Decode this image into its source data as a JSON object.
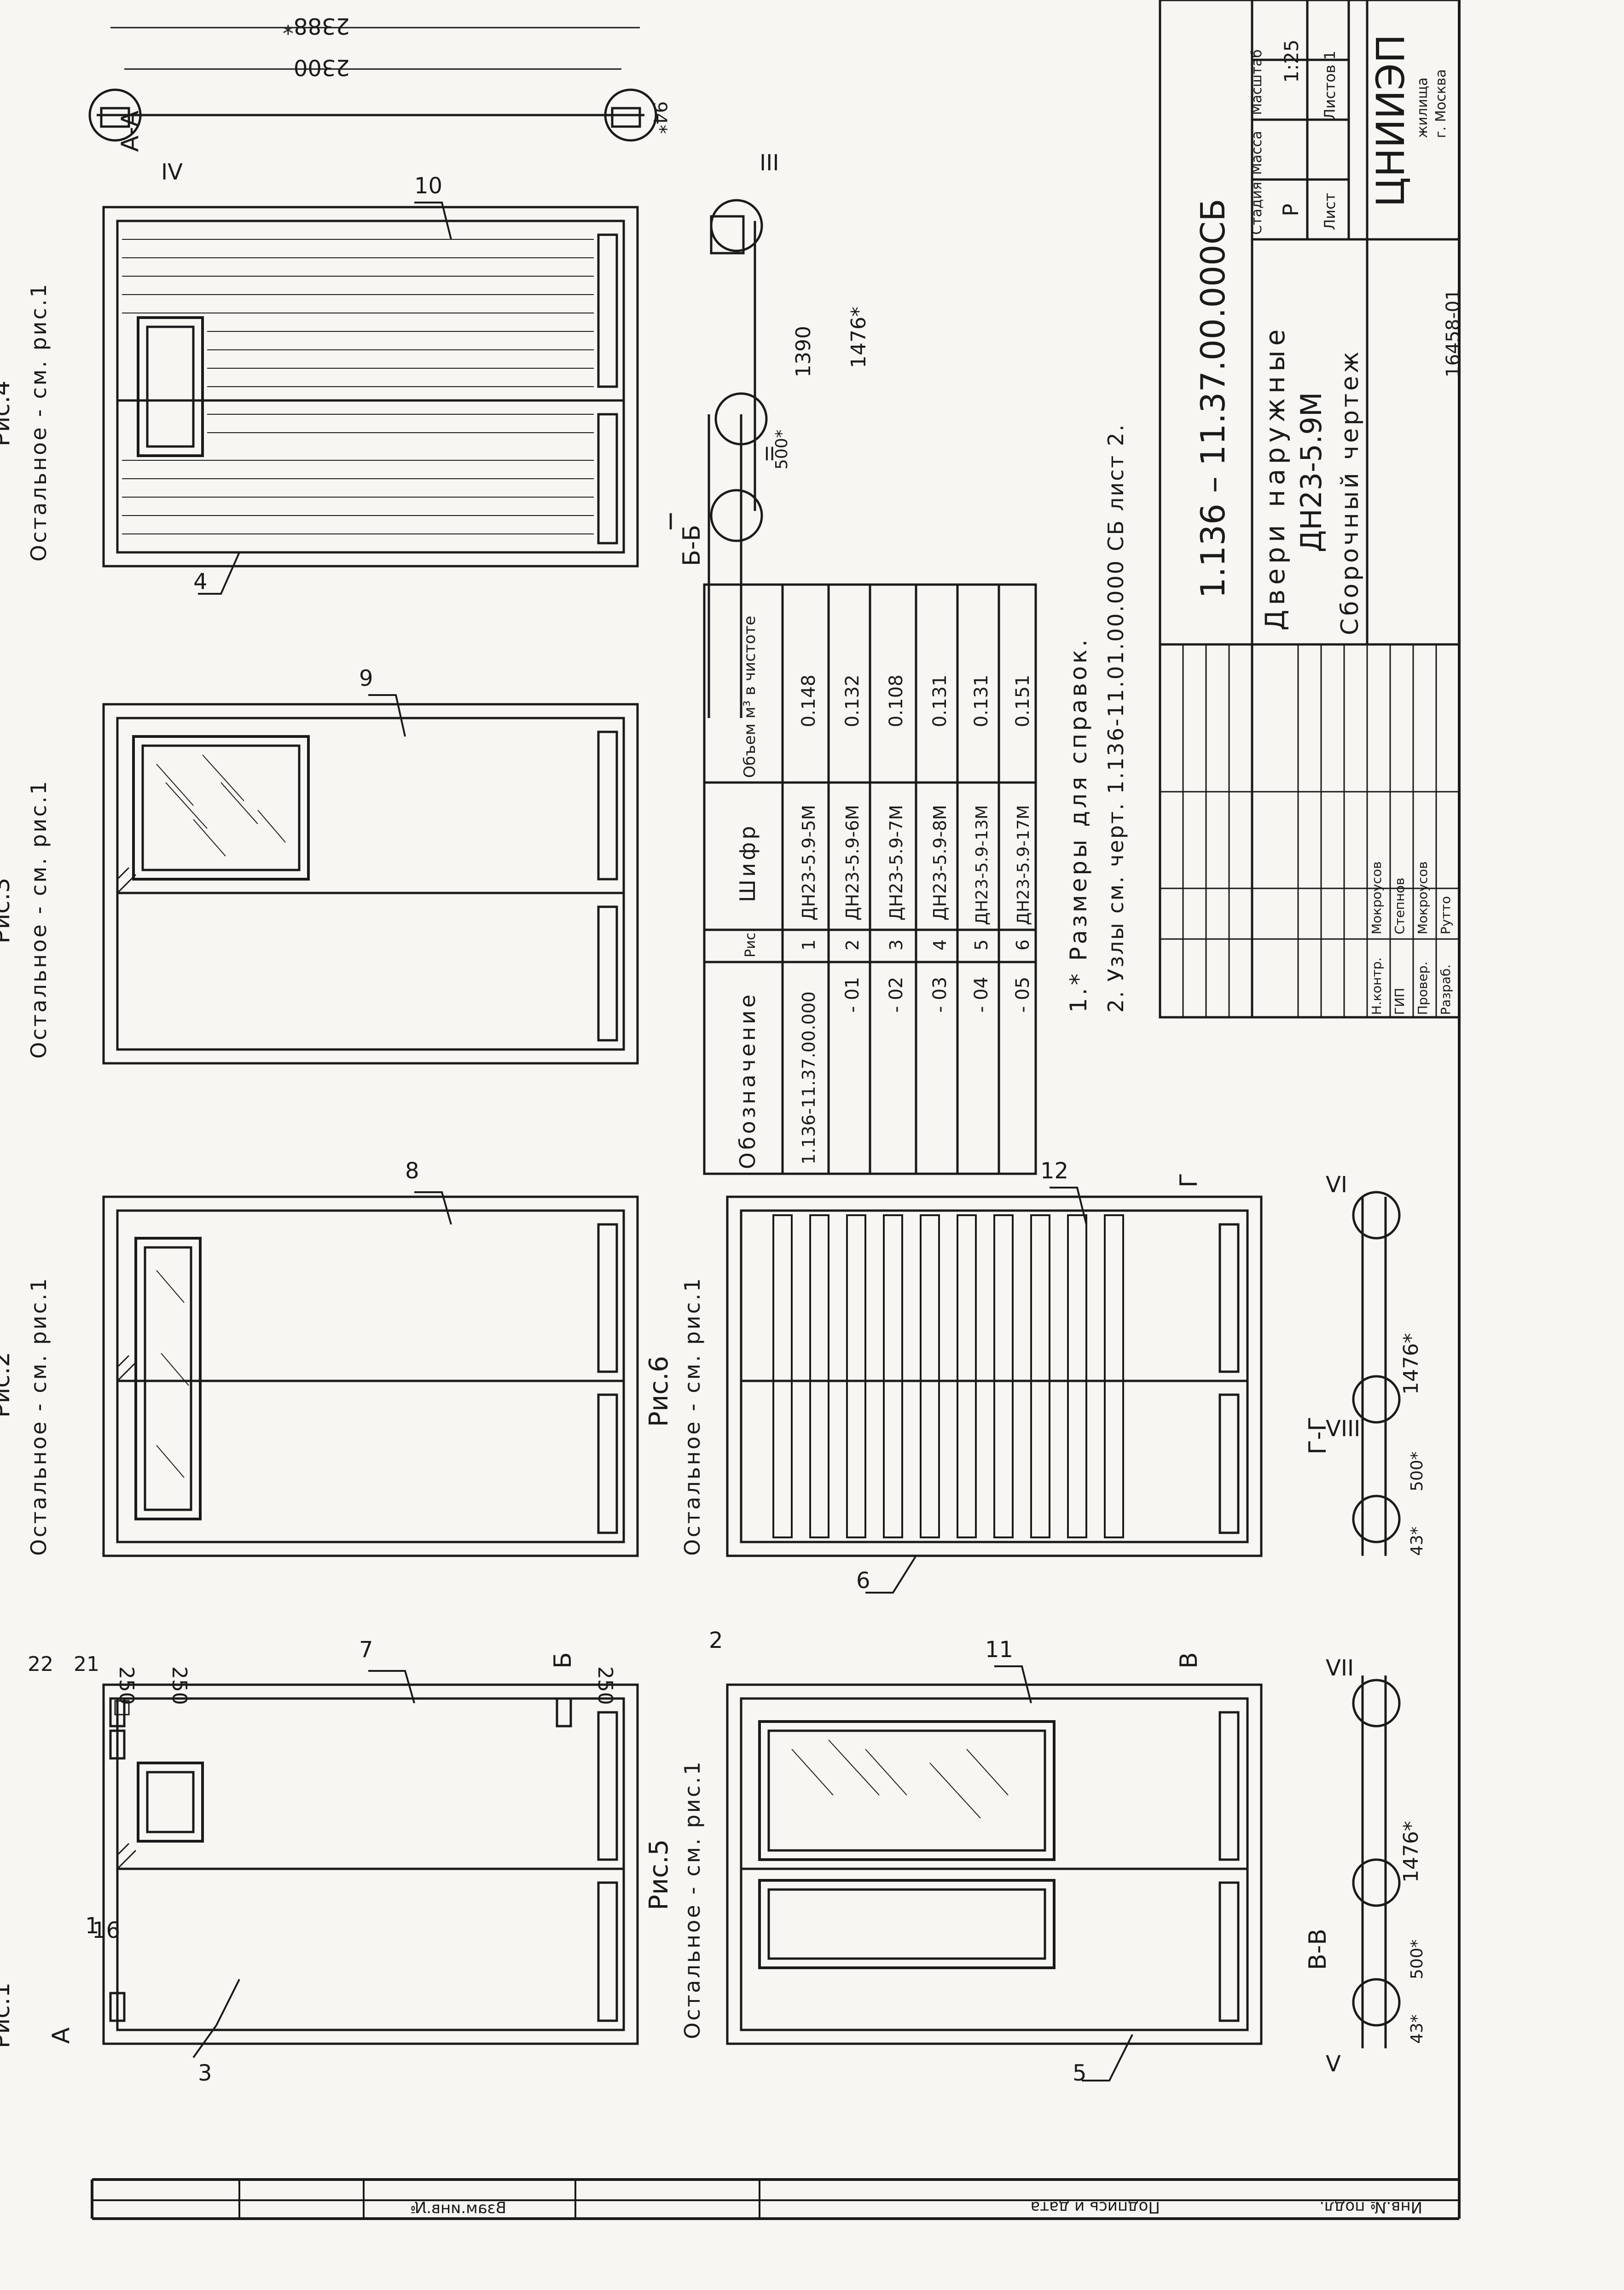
{
  "sheet": {
    "code": "1.136 – 11.37.00.000СБ",
    "product": "Двери наружные",
    "model": "ДН23-5.9М",
    "doc_type": "Сборочный чертеж",
    "stamp": {
      "col_stage": "Стадия",
      "col_mass": "Масса",
      "col_scale": "Масштаб",
      "stage": "Р",
      "scale": "1:25",
      "sheet_label": "Лист",
      "sheets_label": "Листов 1",
      "org": "ЦНИИЭП",
      "org_sub": "жилища",
      "city": "г. Москва",
      "roles": [
        "Н.контр.",
        "ГИП",
        "Провер.",
        "Разраб."
      ],
      "names": [
        "Мокроусов",
        "Степнов",
        "Мокроусов",
        "Рутто"
      ]
    },
    "side_strip": [
      "Инв.№ подл.",
      "Подпись и дата",
      "Взам.инв.№"
    ],
    "archive_no": "16458-01"
  },
  "figures": {
    "fig1": {
      "label": "Рис.1"
    },
    "fig2": {
      "label": "Рис.2",
      "note": "Остальное - см. рис.1"
    },
    "fig3": {
      "label": "Рис.3",
      "note": "Остальное - см. рис.1"
    },
    "fig4": {
      "label": "Рис.4",
      "note": "Остальное - см. рис.1"
    },
    "fig5": {
      "label": "Рис.5",
      "note": "Остальное - см. рис.1"
    },
    "fig6": {
      "label": "Рис.6",
      "note": "Остальное - см. рис.1"
    }
  },
  "dimensions": {
    "d250a": "250",
    "d250b": "250",
    "d250c": "250",
    "d2388": "2388*",
    "d2300": "2300",
    "d94": "94*",
    "d1390": "1390",
    "d1476a": "1476*",
    "d500a": "500*",
    "d1476b": "1476*",
    "d500b": "500*",
    "d43a": "43*",
    "d1476c": "1476*",
    "d500c": "500*",
    "d43b": "43*"
  },
  "callouts": [
    "1",
    "2",
    "3",
    "4",
    "5",
    "6",
    "7",
    "8",
    "9",
    "10",
    "11",
    "12",
    "16",
    "21",
    "22"
  ],
  "sections": {
    "aa": "А-А",
    "bb": "Б-Б",
    "vv": "В-В",
    "gg": "Г-Г",
    "a": "А",
    "b": "Б",
    "v": "В",
    "g": "Г"
  },
  "nodes": [
    "I",
    "II",
    "III",
    "IV",
    "V",
    "VI",
    "VII",
    "VIII"
  ],
  "table": {
    "headers": [
      "Обозначение",
      "Шифр",
      "Рис.",
      "Объем м³ в чистоте"
    ],
    "rows": [
      [
        "1.136-11.37.00.000",
        "ДН23-5.9-5М",
        "1",
        "0.148"
      ],
      [
        "- 01",
        "ДН23-5.9-6М",
        "2",
        "0.132"
      ],
      [
        "- 02",
        "ДН23-5.9-7М",
        "3",
        "0.108"
      ],
      [
        "- 03",
        "ДН23-5.9-8М",
        "4",
        "0.131"
      ],
      [
        "- 04",
        "ДН23-5.9-13М",
        "5",
        "0.131"
      ],
      [
        "- 05",
        "ДН23-5.9-17М",
        "6",
        "0.151"
      ]
    ]
  },
  "notes": [
    "1.* Размеры для справок.",
    "2. Узлы см. черт. 1.136-11.01.00.000 СБ лист 2."
  ]
}
